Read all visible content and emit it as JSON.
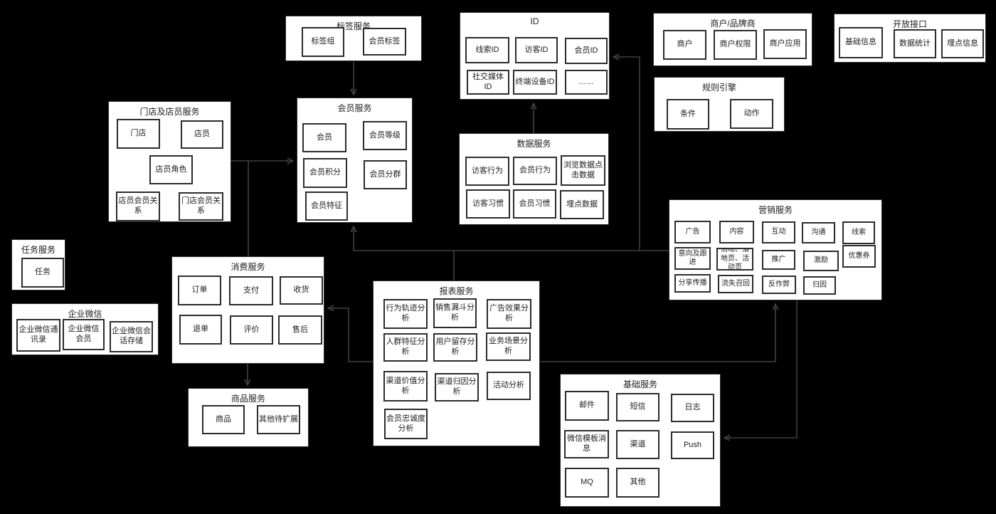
{
  "diagram": {
    "groups": [
      {
        "id": "tag-service",
        "title": "标签服务",
        "items": [
          "标签组",
          "会员标签"
        ]
      },
      {
        "id": "id-service",
        "title": "ID",
        "items": [
          "线索ID",
          "访客ID",
          "会员ID",
          "社交媒体ID",
          "终端设备ID",
          "……"
        ]
      },
      {
        "id": "merchant-brand",
        "title": "商户/品牌商",
        "items": [
          "商户",
          "商户权限",
          "商户应用"
        ]
      },
      {
        "id": "open-api",
        "title": "开放接口",
        "items": [
          "基础信息",
          "数据统计",
          "埋点信息"
        ]
      },
      {
        "id": "rule-engine",
        "title": "规则引擎",
        "items": [
          "条件",
          "动作"
        ]
      },
      {
        "id": "store-clerk-service",
        "title": "门店及店员服务",
        "items": [
          "门店",
          "店员",
          "店员角色",
          "店员会员关系",
          "门店会员关系"
        ]
      },
      {
        "id": "member-service",
        "title": "会员服务",
        "items": [
          "会员",
          "会员等级",
          "会员积分",
          "会员分群",
          "会员特征"
        ]
      },
      {
        "id": "data-service",
        "title": "数据服务",
        "items": [
          "访客行为",
          "会员行为",
          "浏览数据点击数据",
          "访客习惯",
          "会员习惯",
          "埋点数据"
        ]
      },
      {
        "id": "marketing-service",
        "title": "营销服务",
        "items": [
          "广告",
          "内容",
          "互动",
          "沟通",
          "线索",
          "意向及跟进",
          "活动、落地页、活动页",
          "推广",
          "激励",
          "优惠券",
          "分享传播",
          "流失召回",
          "反作弊",
          "归因"
        ]
      },
      {
        "id": "task-service",
        "title": "任务服务",
        "items": [
          "任务"
        ]
      },
      {
        "id": "wecom",
        "title": "企业微信",
        "items": [
          "企业微信通讯录",
          "企业微信会员",
          "企业微信会话存储"
        ]
      },
      {
        "id": "consume-service",
        "title": "消费服务",
        "items": [
          "订单",
          "支付",
          "收货",
          "退单",
          "评价",
          "售后"
        ]
      },
      {
        "id": "report-service",
        "title": "报表服务",
        "items": [
          "行为轨迹分析",
          "销售漏斗分析",
          "广告效果分析",
          "人群特征分析",
          "用户留存分析",
          "业务场景分析",
          "渠道价值分析",
          "渠道归因分析",
          "活动分析",
          "会员忠诚度分析"
        ]
      },
      {
        "id": "basic-service",
        "title": "基础服务",
        "items": [
          "邮件",
          "短信",
          "日志",
          "微信模板消息",
          "渠道",
          "Push",
          "MQ",
          "其他"
        ]
      },
      {
        "id": "product-service",
        "title": "商品服务",
        "items": [
          "商品",
          "其他待扩展"
        ]
      }
    ],
    "connections": [
      {
        "from": "标签服务",
        "to": "会员服务",
        "arrow": "down"
      },
      {
        "from": "门店及店员服务",
        "to": "会员服务",
        "arrow": "right"
      },
      {
        "from": "门店及店员服务",
        "to": "消费服务",
        "arrow": "none"
      },
      {
        "from": "消费服务",
        "to": "商品服务",
        "arrow": "down"
      },
      {
        "from": "数据服务",
        "to": "ID",
        "arrow": "up"
      },
      {
        "from": "营销服务/报表服务",
        "to": "会员服务",
        "arrow": "up"
      },
      {
        "from": "营销服务/报表服务",
        "to": "ID",
        "arrow": "left"
      },
      {
        "from": "报表服务",
        "to": "消费服务",
        "arrow": "left"
      },
      {
        "from": "报表服务",
        "to": "营销服务",
        "arrow": "up"
      },
      {
        "from": "营销服务",
        "to": "基础服务",
        "arrow": "left"
      }
    ],
    "colors": {
      "background": "#000000",
      "box_fill": "#ffffff",
      "box_border": "#2c2c2c",
      "edge": "#404040",
      "text": "#1d1d1d"
    }
  }
}
